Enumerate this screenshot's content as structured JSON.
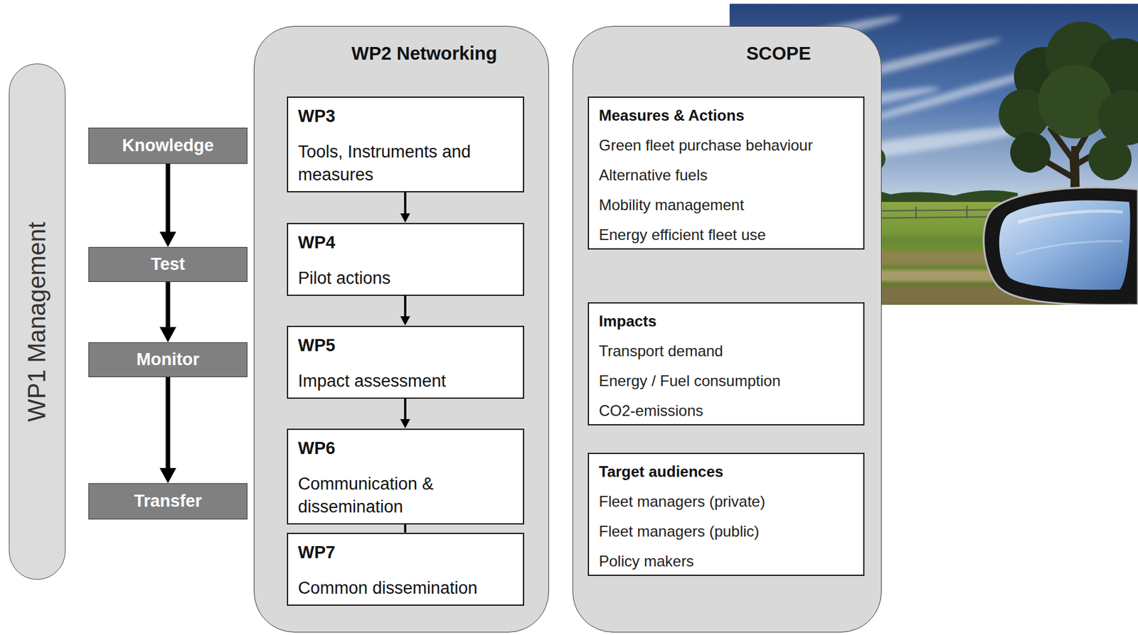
{
  "diagram": {
    "nodes": [
      {
        "text": [
          "WP1 Management"
        ]
      },
      {
        "text": [
          "Knowledge"
        ]
      },
      {
        "text": [
          "Test"
        ]
      },
      {
        "text": [
          "Monitor"
        ]
      },
      {
        "text": [
          "Transfer"
        ]
      },
      {
        "text": [
          "WP2 Networking"
        ]
      },
      {
        "text": [
          "WP3",
          "Tools, Instruments and measures"
        ],
        "in": 5
      },
      {
        "text": [
          "WP4",
          "Pilot actions"
        ],
        "in": 5
      },
      {
        "text": [
          "WP5",
          "Impact assessment"
        ],
        "in": 5
      },
      {
        "text": [
          "WP6",
          "Communication & dissemination"
        ],
        "in": 5
      },
      {
        "text": [
          "WP7",
          "Common dissemination"
        ],
        "in": 5
      },
      {
        "text": [
          "SCOPE"
        ]
      },
      {
        "text": [
          "Measures & Actions",
          "Green fleet purchase behaviour",
          "Alternative fuels",
          "Mobility management",
          "Energy efficient fleet use"
        ],
        "in": 11
      },
      {
        "text": [
          "Impacts",
          "Transport demand",
          "Energy / Fuel consumption",
          "CO2-emissions"
        ],
        "in": 11
      },
      {
        "text": [
          "Target audiences",
          "Fleet managers (private)",
          "Fleet managers (public)",
          "Policy makers"
        ],
        "in": 11
      }
    ],
    "edges": [
      {
        "from": 1,
        "to": 2,
        "arrow": "to"
      },
      {
        "from": 2,
        "to": 3,
        "arrow": "to"
      },
      {
        "from": 3,
        "to": 4,
        "arrow": "to"
      },
      {
        "from": 6,
        "to": 7,
        "arrow": "to"
      },
      {
        "from": 7,
        "to": 8,
        "arrow": "to"
      },
      {
        "from": 8,
        "to": 9,
        "arrow": "to"
      },
      {
        "from": 9,
        "to": 10,
        "arrow": "none"
      }
    ]
  }
}
